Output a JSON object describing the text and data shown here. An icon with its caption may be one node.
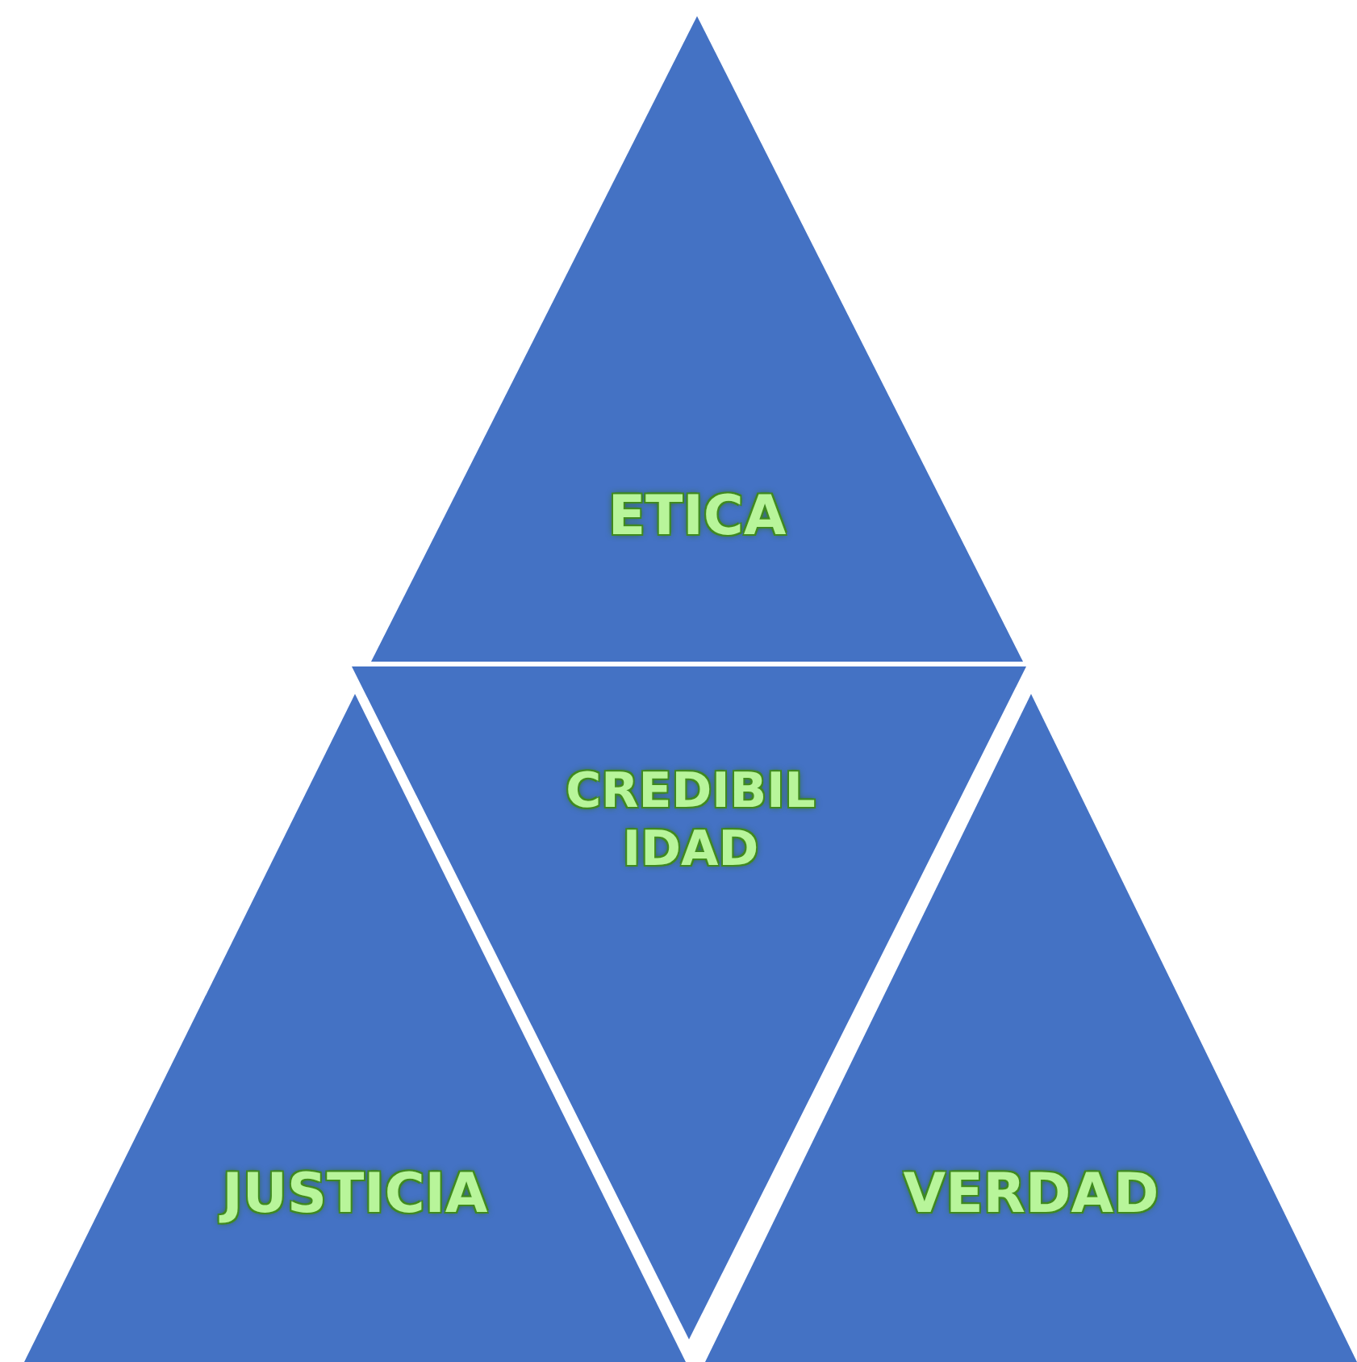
{
  "diagram": {
    "nodes": [
      {
        "text": [
          "ETICA"
        ]
      },
      {
        "text": [
          "CREDIBIL IDAD"
        ]
      },
      {
        "text": [
          "JUSTICIA"
        ]
      },
      {
        "text": [
          "VERDAD"
        ]
      }
    ]
  }
}
